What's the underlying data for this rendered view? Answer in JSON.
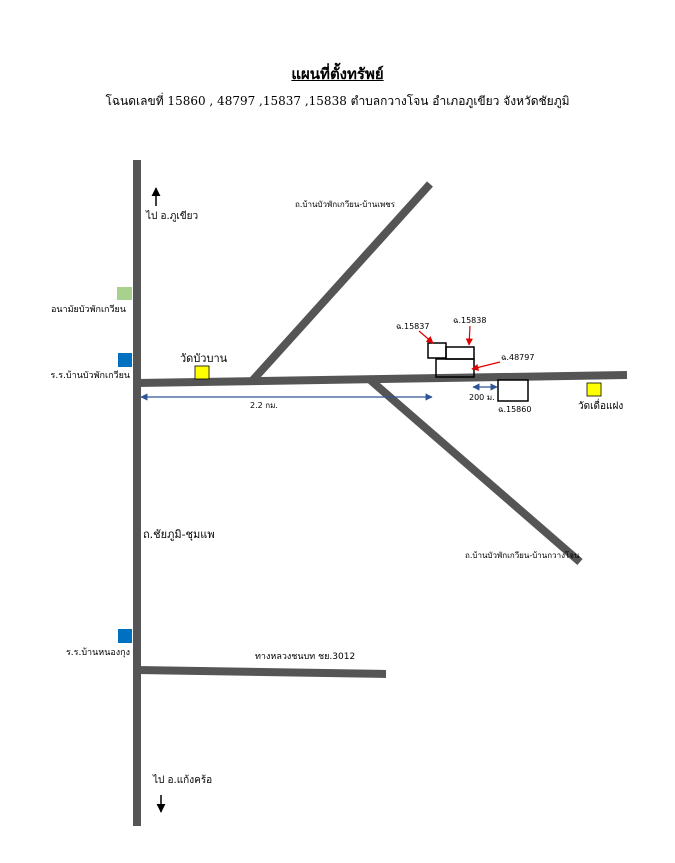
{
  "title": "แผนที่ตั้งทรัพย์",
  "subtitle": "โฉนดเลขที่ 15860 , 48797 ,15837 ,15838 ตำบลกวางโจน อำเภอภูเขียว จังหวัดชัยภูมิ",
  "map": {
    "directions": {
      "north": "ไป อ.ภูเขียว",
      "south": "ไป อ.แก้งคร้อ"
    },
    "roads": {
      "main_road": "ถ.ชัยภูมิ-ชุมแพ",
      "upper_branch": "ถ.บ้านบัวพักเกวียน-บ้านเพชร",
      "lower_branch": "ถ.บ้านบัวพักเกวียน-บ้านกวางโจน",
      "rural_road": "ทางหลวงชนบท ชย.3012"
    },
    "places": {
      "health_center": "อนามัยบัวพักเกวียน",
      "school_1": "ร.ร.บ้านบัวพักเกวียน",
      "school_2": "ร.ร.บ้านหนองกุง",
      "temple_1": "วัดบัวบาน",
      "temple_2": "วัดเดื่อแฝง"
    },
    "parcels": {
      "p15837": "ฉ.15837",
      "p15838": "ฉ.15838",
      "p48797": "ฉ.48797",
      "p15860": "ฉ.15860"
    },
    "distances": {
      "from_main_road": "2.2 กม.",
      "to_parcel_15860": "200 ม."
    },
    "colors": {
      "road": "#555555",
      "health_center": "#a9d18e",
      "school": "#0070c0",
      "temple": "#ffff00",
      "distance_arrow": "#2f5597",
      "pointer_arrow": "#e00000"
    }
  }
}
